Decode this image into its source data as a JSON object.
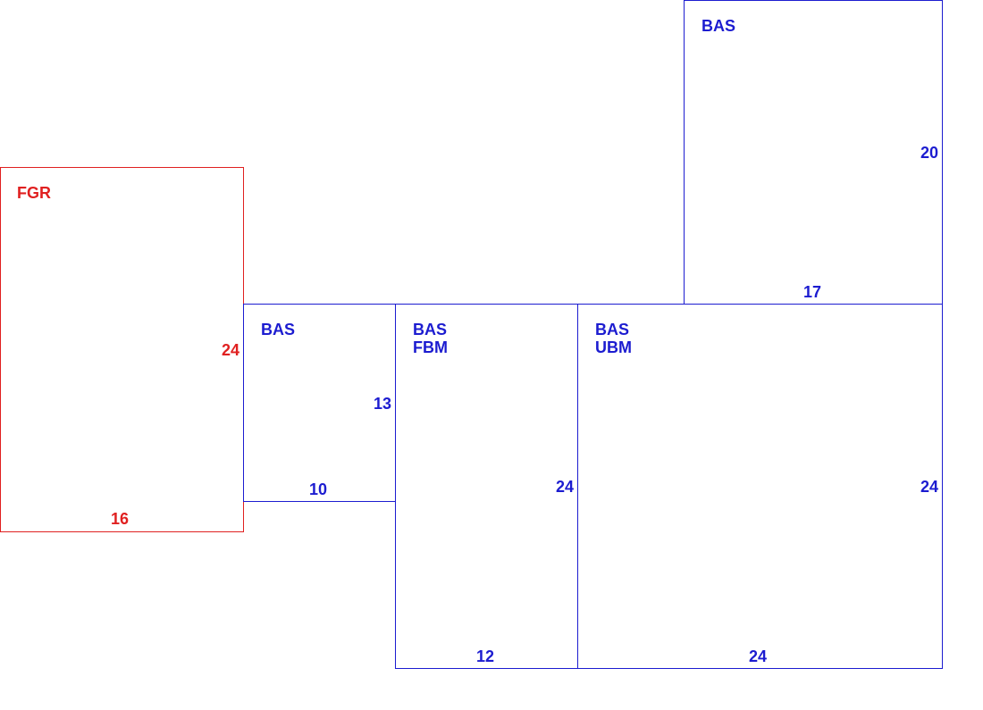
{
  "rooms": {
    "fgr": {
      "code": "FGR",
      "width": "16",
      "height": "24",
      "color": "#e02020"
    },
    "bas_small": {
      "code": "BAS",
      "width": "10",
      "height": "13",
      "color": "#1c1cd0"
    },
    "bas_fbm": {
      "code1": "BAS",
      "code2": "FBM",
      "width": "12",
      "height": "24",
      "color": "#1c1cd0"
    },
    "bas_ubm": {
      "code1": "BAS",
      "code2": "UBM",
      "width": "24",
      "height": "24",
      "color": "#1c1cd0"
    },
    "bas_top": {
      "code": "BAS",
      "width": "17",
      "height": "20",
      "color": "#1c1cd0"
    }
  }
}
